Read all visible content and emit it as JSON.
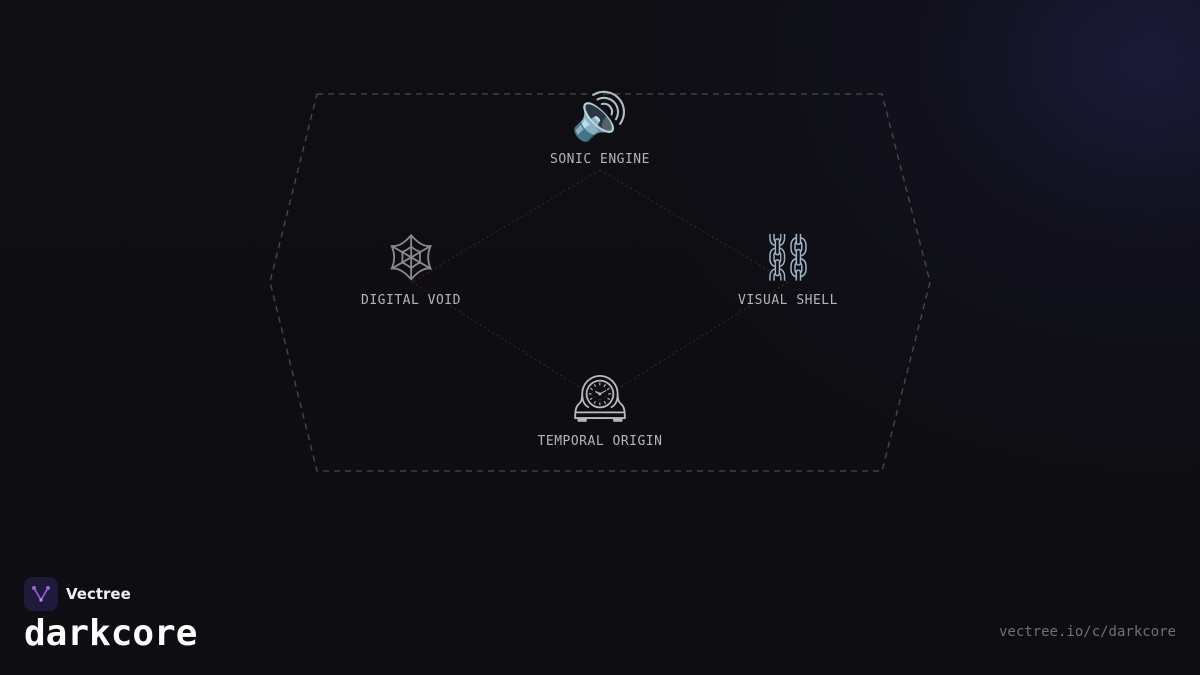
{
  "diagram": {
    "nodes": [
      {
        "id": "sonic",
        "icon": "speaker-high-volume-icon",
        "glyph": "🔊",
        "label": "SONIC ENGINE"
      },
      {
        "id": "void",
        "icon": "spider-web-icon",
        "glyph": "🕸",
        "label": "DIGITAL VOID"
      },
      {
        "id": "shell",
        "icon": "chains-icon",
        "glyph": "⛓",
        "label": "VISUAL SHELL"
      },
      {
        "id": "origin",
        "icon": "mantelpiece-clock-icon",
        "glyph": "🕰",
        "label": "TEMPORAL ORIGIN"
      }
    ],
    "edges": [
      [
        "sonic",
        "void"
      ],
      [
        "sonic",
        "shell"
      ],
      [
        "void",
        "origin"
      ],
      [
        "shell",
        "origin"
      ]
    ],
    "colors": {
      "frame": "#4a4a52",
      "edge": "#4a1a24"
    }
  },
  "brand": {
    "name": "Vectree",
    "title": "darkcore",
    "url": "vectree.io/c/darkcore",
    "logo_icon": "vector-nodes-icon",
    "accent": "#a35ee0"
  }
}
